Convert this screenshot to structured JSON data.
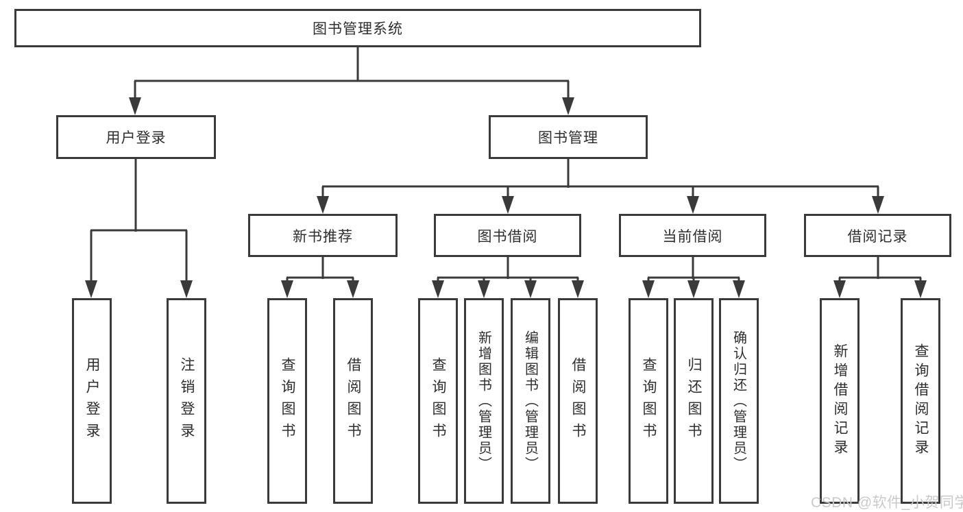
{
  "tree": {
    "root": {
      "label": "图书管理系统"
    },
    "branches": [
      {
        "label": "用户登录",
        "children": [
          {
            "label": "用户登录"
          },
          {
            "label": "注销登录"
          }
        ]
      },
      {
        "label": "图书管理",
        "children": [
          {
            "label": "新书推荐",
            "children": [
              {
                "label": "查询图书"
              },
              {
                "label": "借阅图书"
              }
            ]
          },
          {
            "label": "图书借阅",
            "children": [
              {
                "label": "查询图书"
              },
              {
                "label": "新增图书（管理员）"
              },
              {
                "label": "编辑图书（管理员）"
              },
              {
                "label": "借阅图书"
              }
            ]
          },
          {
            "label": "当前借阅",
            "children": [
              {
                "label": "查询图书"
              },
              {
                "label": "归还图书"
              },
              {
                "label": "确认归还（管理员）"
              }
            ]
          },
          {
            "label": "借阅记录",
            "children": [
              {
                "label": "新增借阅记录"
              },
              {
                "label": "查询借阅记录"
              }
            ]
          }
        ]
      }
    ]
  },
  "watermark": {
    "text": "CSDN @软件_小贺同学"
  },
  "colors": {
    "line": "#3a3a3a",
    "text": "#2e2e2e",
    "watermark": "#c9c9c9",
    "background": "#ffffff"
  }
}
